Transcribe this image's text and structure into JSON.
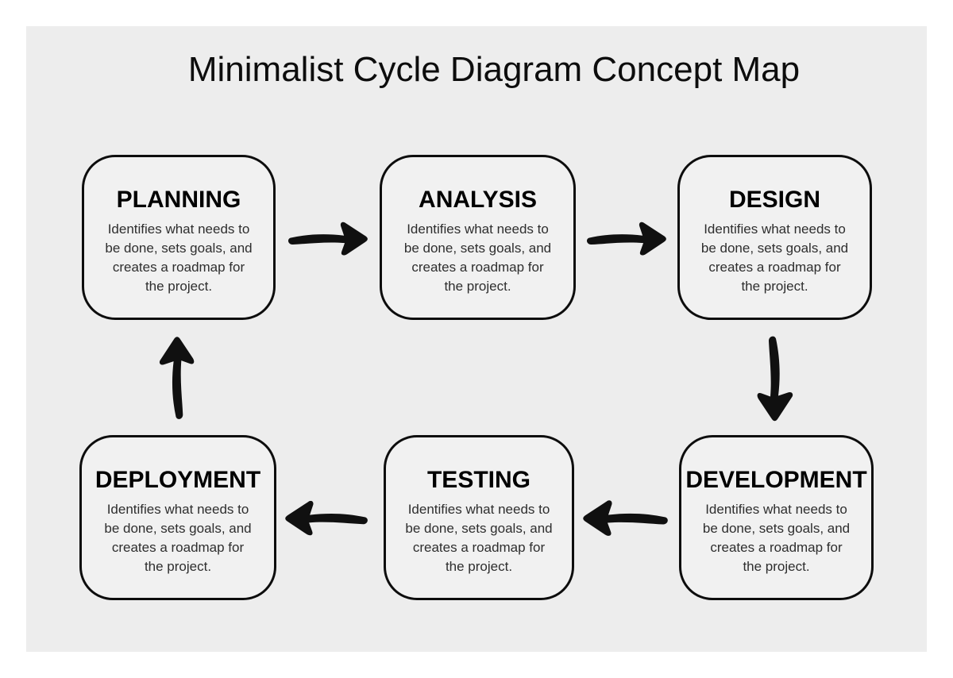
{
  "title": "Minimalist Cycle Diagram Concept Map",
  "nodes": [
    {
      "id": "planning",
      "label": "PLANNING",
      "description": "Identifies what needs to be done, sets goals, and creates a roadmap for the project."
    },
    {
      "id": "analysis",
      "label": "ANALYSIS",
      "description": "Identifies what needs to be done, sets goals, and creates a roadmap for the project."
    },
    {
      "id": "design",
      "label": "DESIGN",
      "description": "Identifies what needs to be done, sets goals, and creates a roadmap for the project."
    },
    {
      "id": "development",
      "label": "DEVELOPMENT",
      "description": "Identifies what needs to be done, sets goals, and creates a roadmap for the project."
    },
    {
      "id": "testing",
      "label": "TESTING",
      "description": "Identifies what needs to be done, sets goals, and creates a roadmap for the project."
    },
    {
      "id": "deployment",
      "label": "DEPLOYMENT",
      "description": "Identifies what needs to be done, sets goals, and creates a roadmap for the project."
    }
  ],
  "arrows": [
    {
      "name": "planning-to-analysis",
      "direction": "right"
    },
    {
      "name": "analysis-to-design",
      "direction": "right"
    },
    {
      "name": "design-to-development",
      "direction": "down"
    },
    {
      "name": "development-to-testing",
      "direction": "left"
    },
    {
      "name": "testing-to-deployment",
      "direction": "left"
    },
    {
      "name": "deployment-to-planning",
      "direction": "up"
    }
  ],
  "colors": {
    "page_bg": "#ffffff",
    "canvas_bg": "#ededed",
    "node_bg": "#f1f1f1",
    "line": "#0d0d0d",
    "heading_text": "#000000",
    "body_text": "#2e2e2e"
  }
}
